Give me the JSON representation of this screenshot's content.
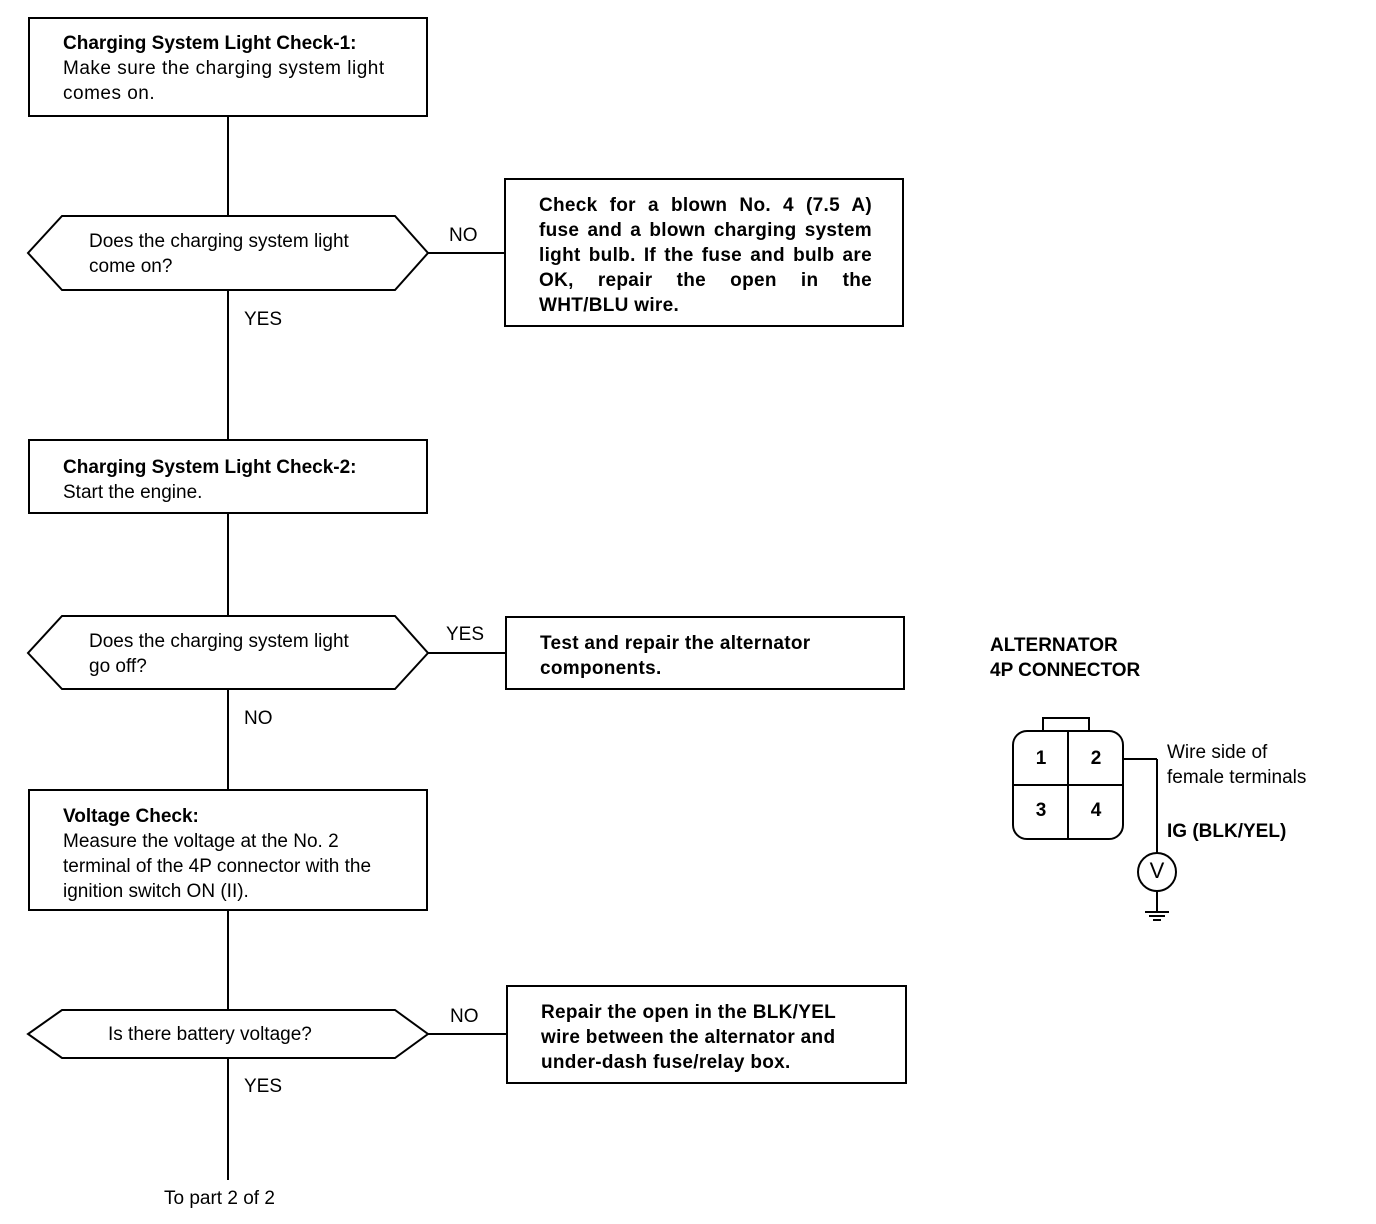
{
  "steps": {
    "check1": {
      "title": "Charging System Light Check-1:",
      "body": "Make sure the charging system light comes on."
    },
    "q1": {
      "text": "Does the charging system light come on?",
      "no_label": "NO",
      "yes_label": "YES",
      "no_action": "Check for a blown No. 4 (7.5 A) fuse and a blown charging system light bulb. If the fuse and bulb are OK, repair the open in the WHT/BLU wire."
    },
    "check2": {
      "title": "Charging System Light Check-2:",
      "body": "Start the engine."
    },
    "q2": {
      "text": "Does the charging system light go off?",
      "yes_label": "YES",
      "no_label": "NO",
      "yes_action": "Test and repair the alternator components."
    },
    "voltage": {
      "title": "Voltage Check:",
      "body": "Measure the voltage at the No. 2 terminal of the 4P connector with the ignition switch ON (II)."
    },
    "q3": {
      "text": "Is there battery voltage?",
      "no_label": "NO",
      "yes_label": "YES",
      "no_action": "Repair the open in the BLK/YEL wire between the alternator and under-dash fuse/relay box."
    },
    "continue": "To part 2 of 2"
  },
  "connector": {
    "title_line1": "ALTERNATOR",
    "title_line2": "4P CONNECTOR",
    "pins": [
      "1",
      "2",
      "3",
      "4"
    ],
    "wire_side_line1": "Wire side of",
    "wire_side_line2": "female terminals",
    "ig_label": "IG (BLK/YEL)",
    "meter": "V"
  }
}
